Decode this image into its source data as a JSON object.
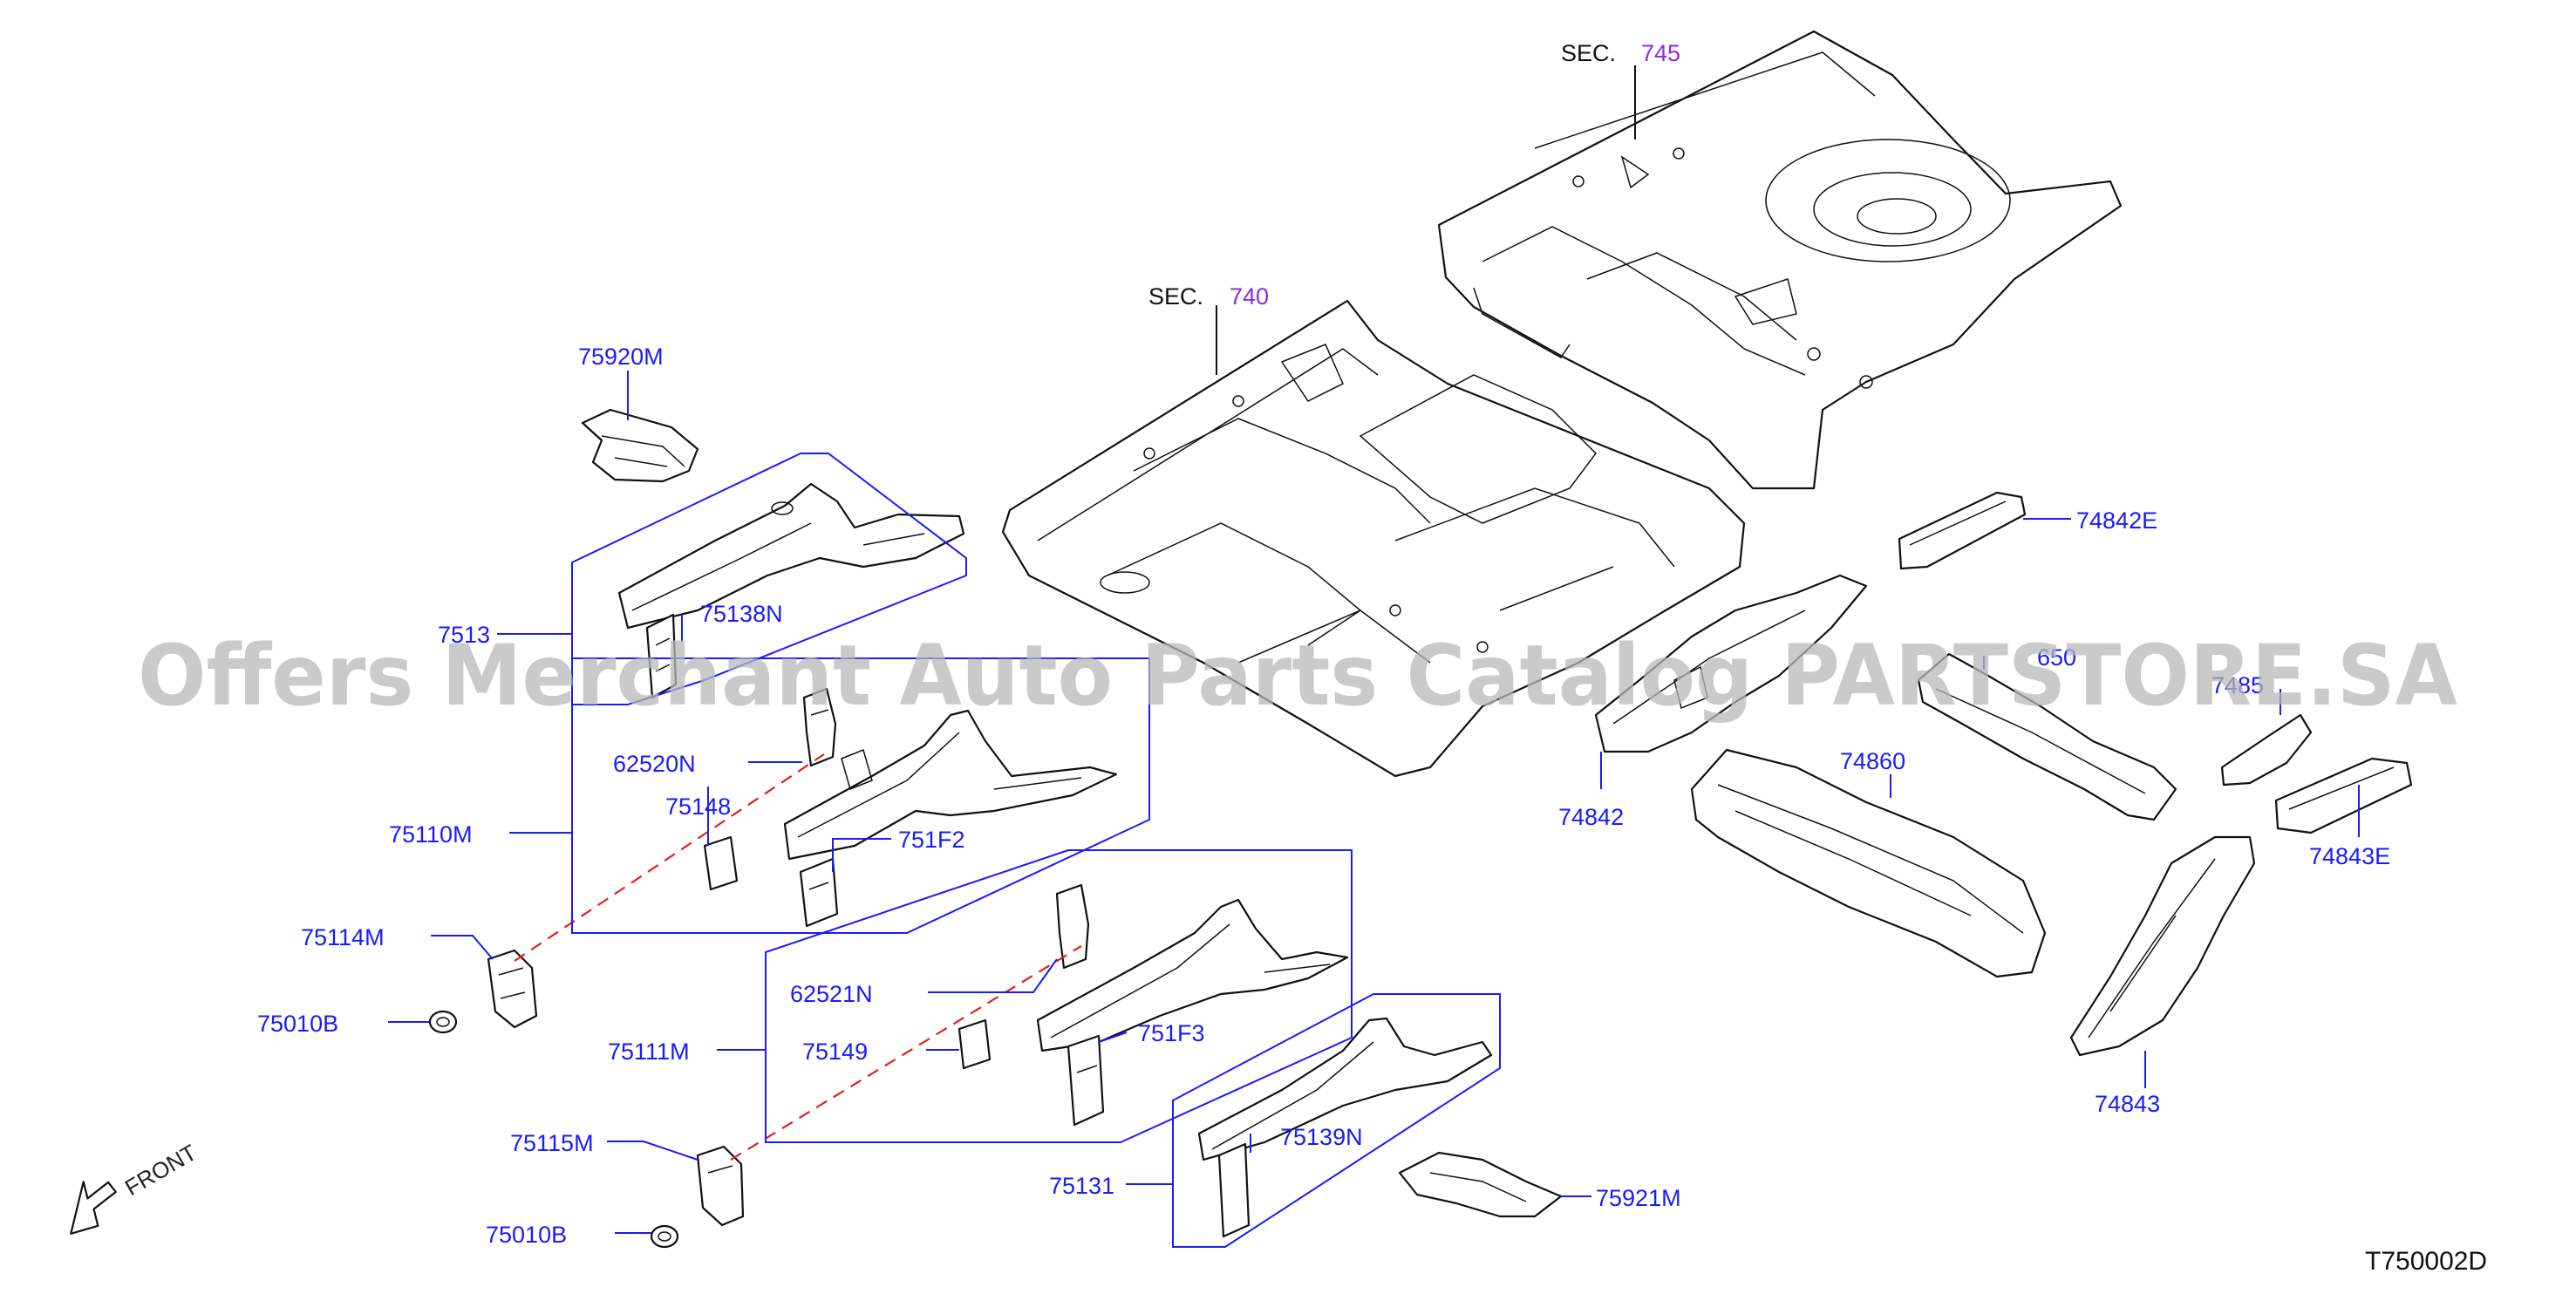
{
  "sections": [
    {
      "prefix": "SEC.",
      "number": "745"
    },
    {
      "prefix": "SEC.",
      "number": "740"
    }
  ],
  "part_numbers": [
    "75920M",
    "7513",
    "75138N",
    "62520N",
    "75148",
    "751F2",
    "75110M",
    "75114M",
    "75010B",
    "62521N",
    "75149",
    "751F3",
    "75111M",
    "75115M",
    "75010B",
    "75131",
    "75139N",
    "75921M",
    "74842E",
    "74842",
    "74860",
    "650",
    "7485",
    "74843E",
    "74843"
  ],
  "front_label": "FRONT",
  "diagram_code": "T750002D",
  "watermark": "Offers Merchant Auto Parts Catalog PARTSTORE.SA",
  "colors": {
    "label_blue": "#1a1aff",
    "section_purple": "#8a2be2",
    "dashed_red": "#e02020",
    "line_black": "#111111"
  }
}
